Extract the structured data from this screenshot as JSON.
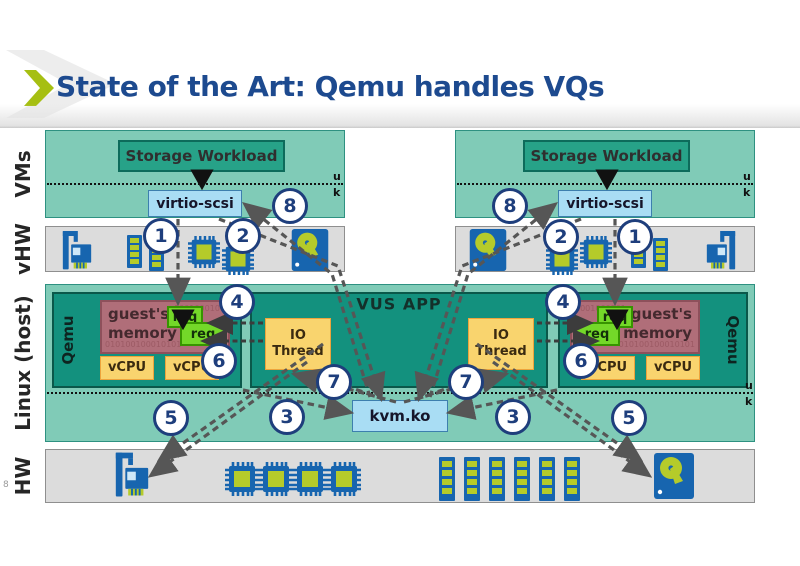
{
  "header": {
    "title": "State of the Art: Qemu handles VQs"
  },
  "page_number": "8",
  "layer_labels": {
    "vms": "VMs",
    "vhw": "vHW",
    "host": "Linux (host)",
    "hw": "HW"
  },
  "labels": {
    "storage_workload": "Storage Workload",
    "virtio_scsi": "virtio-scsi",
    "qemu": "Qemu",
    "guests_memory": "guest's memory",
    "req": "req",
    "vcpu": "vCPU",
    "io_thread": "IO Thread",
    "vus_app": "VUS APP",
    "kvm": "kvm.ko",
    "u": "u",
    "k": "k",
    "binary_a": "1001000101",
    "binary_b": "010100100010101"
  },
  "steps": [
    "1",
    "2",
    "3",
    "4",
    "5",
    "6",
    "7",
    "8"
  ],
  "icons": [
    "nic-icon",
    "ram-icon",
    "cpu-chip-icon",
    "disk-icon"
  ],
  "colors": {
    "title_navy": "#1d4a8f",
    "chevron_lime": "#a6bf12",
    "layer_teal": "#80cbb7",
    "dark_teal": "#13917e",
    "panel_gray": "#dcdcdc",
    "memory_mauve": "#b06e79",
    "request_green": "#74d829",
    "thread_yellow": "#f9d46e",
    "driver_blue": "#a9ddf4",
    "workload_green": "#27a288",
    "step_navy": "#1e3e7c",
    "arrow_gray": "#565656",
    "icon_blue": "#1765af",
    "icon_lime": "#b5cb2a"
  }
}
